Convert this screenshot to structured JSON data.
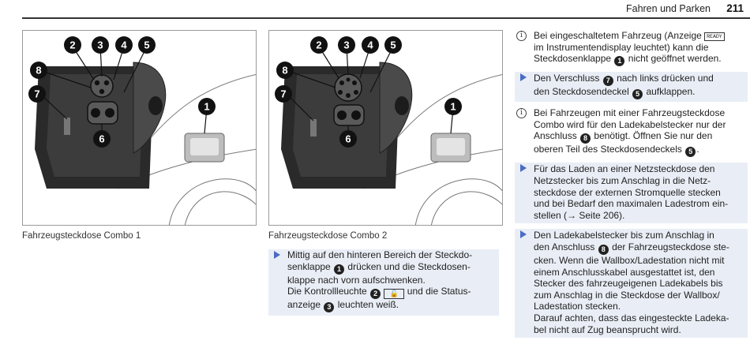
{
  "header": {
    "section": "Fahren und Parken",
    "page": "211"
  },
  "figures": [
    {
      "caption": "Fahrzeugsteckdose Combo 1",
      "callouts": [
        "1",
        "2",
        "3",
        "4",
        "5",
        "6",
        "7",
        "8"
      ]
    },
    {
      "caption": "Fahrzeugsteckdose Combo 2",
      "callouts": [
        "1",
        "2",
        "3",
        "4",
        "5",
        "6",
        "7",
        "8"
      ]
    }
  ],
  "middle": {
    "step": {
      "p1": "Mittig auf den hinteren Bereich der Steckdo-",
      "p2": "senklappe",
      "n1": "1",
      "p3": "drücken und die Steckdosen-",
      "p4": "klappe nach vorn aufschwenken.",
      "p5": "Die Kontrollleuchte",
      "n2": "2",
      "p6": "und die Status-",
      "p7": "anzeige",
      "n3": "3",
      "p8": "leuchten weiß."
    }
  },
  "right": {
    "note1": {
      "a": "Bei eingeschaltetem Fahrzeug (Anzeige",
      "ready": "READY",
      "b": "im Instrumentendisplay leuchtet) kann die",
      "c": "Steckdosenklappe",
      "n": "1",
      "d": "nicht geöffnet werden."
    },
    "step1": {
      "a": "Den Verschluss",
      "n1": "7",
      "b": "nach links drücken und",
      "c": "den Steckdosendeckel",
      "n2": "5",
      "d": "aufklappen."
    },
    "note2": {
      "a": "Bei Fahrzeugen mit einer Fahrzeugsteckdose",
      "b": "Combo wird für den Ladekabelstecker nur der",
      "c": "Anschluss",
      "n1": "8",
      "d": "benötigt. Öffnen Sie nur den",
      "e": "oberen Teil des Steckdosendeckels",
      "n2": "5",
      "f": "."
    },
    "step2": {
      "a": "Für das Laden an einer Netzsteckdose den",
      "b": "Netzstecker bis zum Anschlag in die Netz-",
      "c": "steckdose der externen Stromquelle stecken",
      "d": "und bei Bedarf den maximalen Ladestrom ein-",
      "e": "stellen (→ Seite 206)."
    },
    "step3": {
      "a": "Den Ladekabelstecker bis zum Anschlag in",
      "b": "den Anschluss",
      "n1": "8",
      "c": "der Fahrzeugsteckdose ste-",
      "d": "cken. Wenn die Wallbox/Ladestation nicht mit",
      "e": "einem Anschlusskabel ausgestattet ist, den",
      "f": "Stecker des fahrzeugeigenen Ladekabels bis",
      "g": "zum Anschlag in die Steckdose der Wallbox/",
      "h": "Ladestation stecken.",
      "i": "Darauf achten, dass das eingesteckte Ladeka-",
      "j": "bel nicht auf Zug beansprucht wird."
    }
  }
}
